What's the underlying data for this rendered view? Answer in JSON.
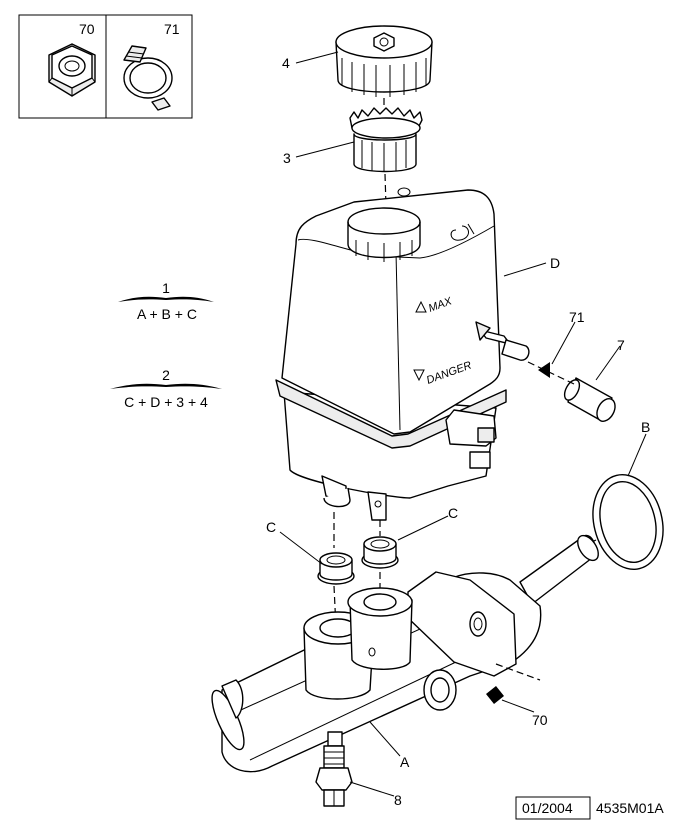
{
  "inset": {
    "left_ref": "70",
    "right_ref": "71"
  },
  "parts": {
    "p4": "4",
    "p3": "3",
    "pD": "D",
    "p71": "71",
    "p7": "7",
    "pB": "B",
    "pC_left": "C",
    "pC_right": "C",
    "pA": "A",
    "p70": "70",
    "p8": "8"
  },
  "reservoir": {
    "max_text": "MAX",
    "danger_text": "DANGER"
  },
  "kits": [
    {
      "number": "1",
      "formula": "A + B + C"
    },
    {
      "number": "2",
      "formula": "C + D + 3 + 4"
    }
  ],
  "footer": {
    "date": "01/2004",
    "code": "4535M01A"
  }
}
